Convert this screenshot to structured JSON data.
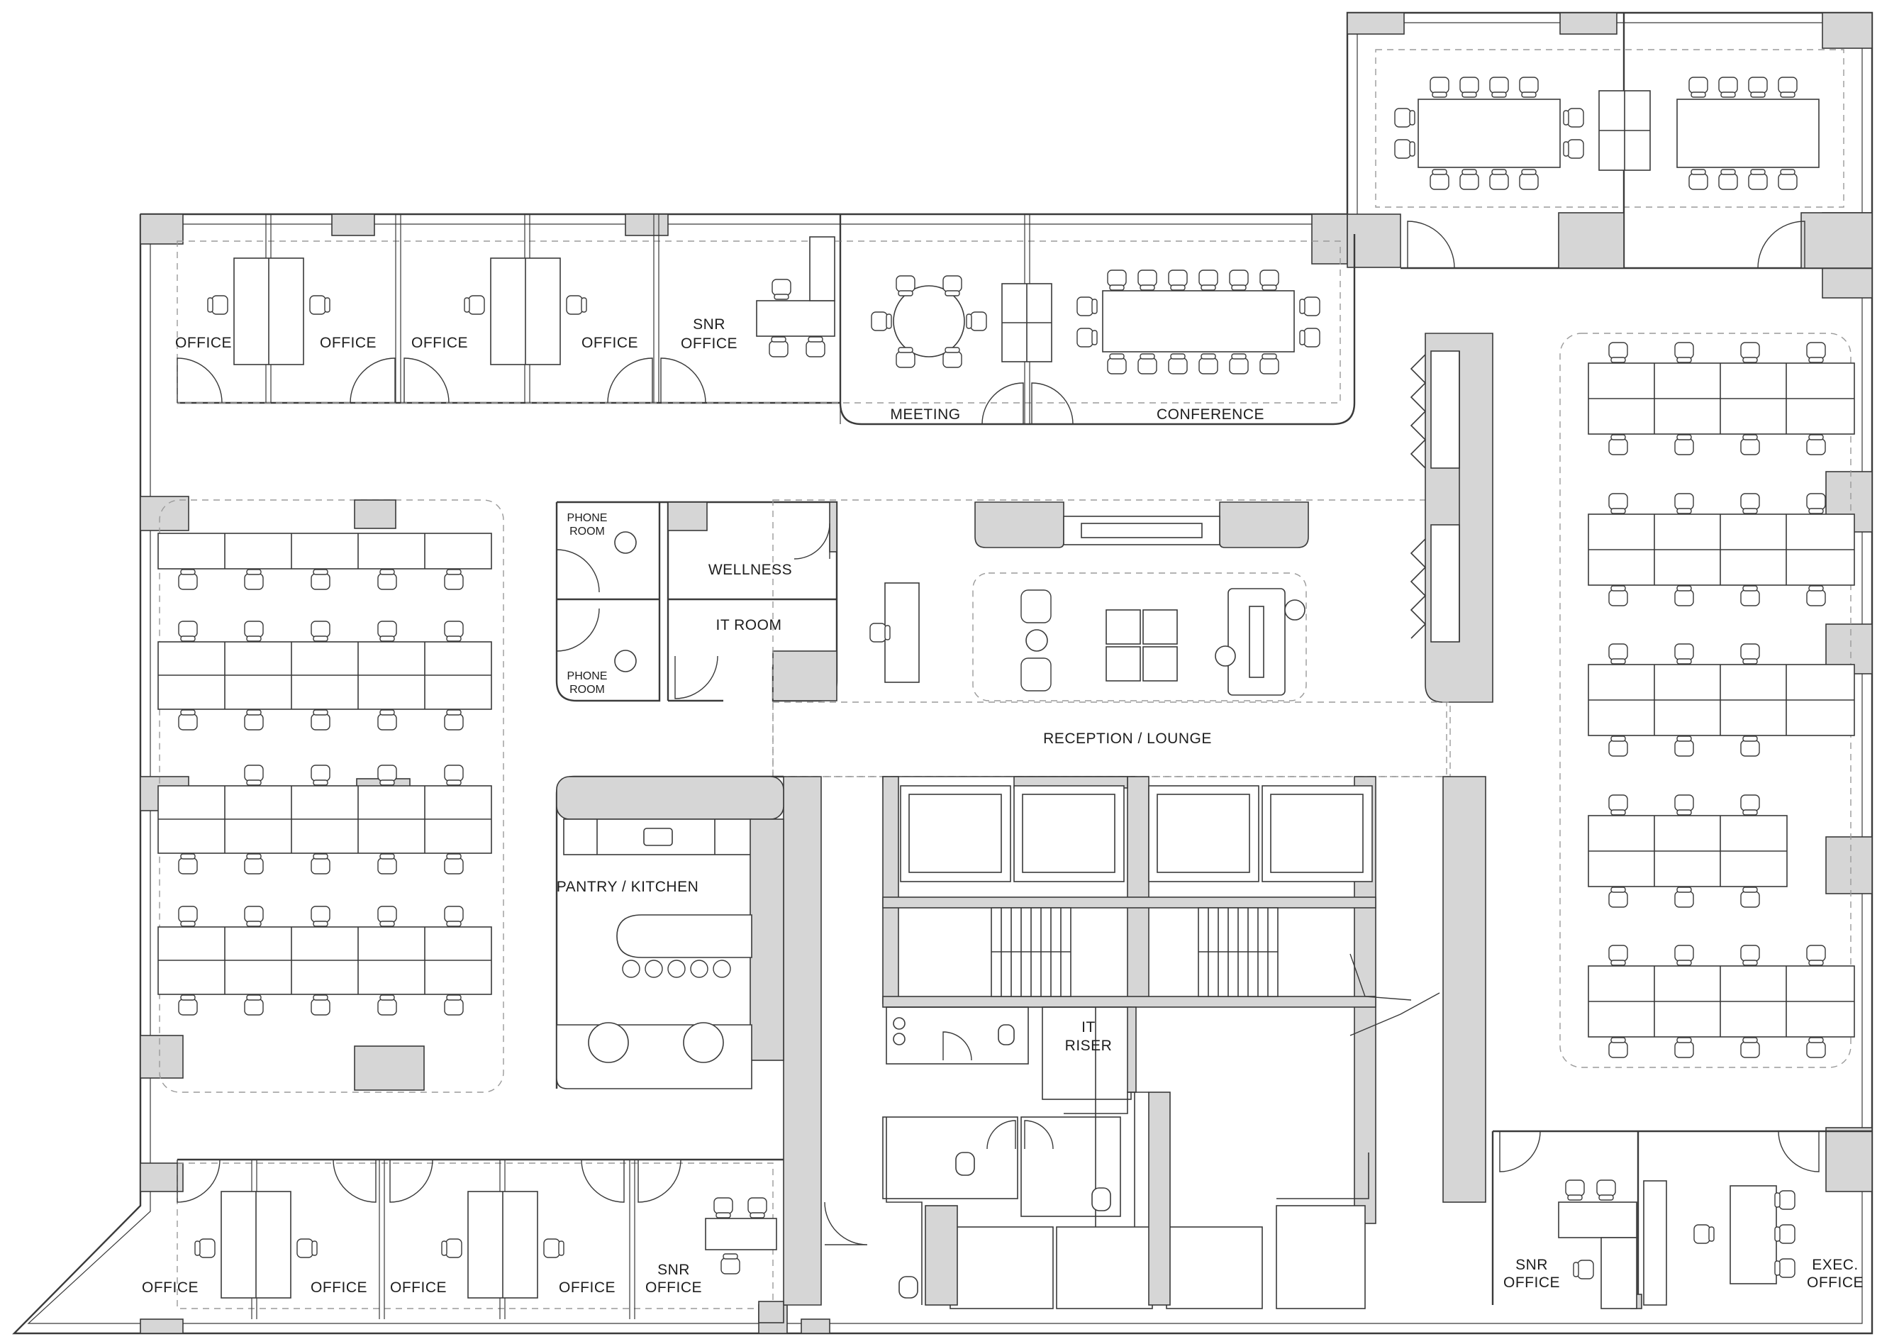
{
  "rooms": {
    "office_1": "OFFICE",
    "office_2": "OFFICE",
    "office_3": "OFFICE",
    "office_4": "OFFICE",
    "snr_office_top_line1": "SNR",
    "snr_office_top_line2": "OFFICE",
    "meeting": "MEETING",
    "conference": "CONFERENCE",
    "phone_room_top_line1": "PHONE",
    "phone_room_top_line2": "ROOM",
    "phone_room_bottom_line1": "PHONE",
    "phone_room_bottom_line2": "ROOM",
    "wellness": "WELLNESS",
    "it_room": "IT ROOM",
    "reception": "RECEPTION / LOUNGE",
    "pantry": "PANTRY / KITCHEN",
    "it_riser_line1": "IT",
    "it_riser_line2": "RISER",
    "office_5": "OFFICE",
    "office_6": "OFFICE",
    "office_7": "OFFICE",
    "office_8": "OFFICE",
    "snr_office_bottom_line1": "SNR",
    "snr_office_bottom_line2": "OFFICE",
    "snr_office_right_line1": "SNR",
    "snr_office_right_line2": "OFFICE",
    "exec_office_line1": "EXEC.",
    "exec_office_line2": "OFFICE"
  }
}
